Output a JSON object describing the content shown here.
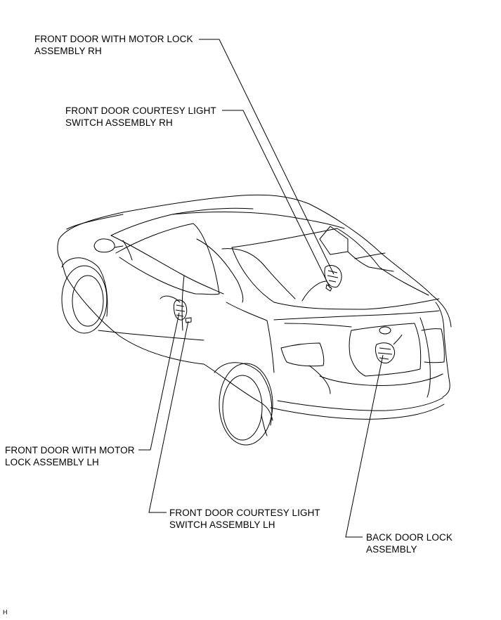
{
  "labels": {
    "front_door_motor_lock_rh": {
      "line1": "FRONT DOOR WITH MOTOR LOCK",
      "line2": "ASSEMBLY RH"
    },
    "front_door_courtesy_rh": {
      "line1": "FRONT DOOR COURTESY LIGHT",
      "line2": "SWITCH ASSEMBLY RH"
    },
    "front_door_motor_lock_lh": {
      "line1": "FRONT DOOR WITH MOTOR",
      "line2": "LOCK ASSEMBLY LH"
    },
    "front_door_courtesy_lh": {
      "line1": "FRONT DOOR COURTESY LIGHT",
      "line2": "SWITCH ASSEMBLY LH"
    },
    "back_door_lock": {
      "line1": "BACK DOOR LOCK",
      "line2": "ASSEMBLY"
    }
  },
  "figure_code": "H"
}
